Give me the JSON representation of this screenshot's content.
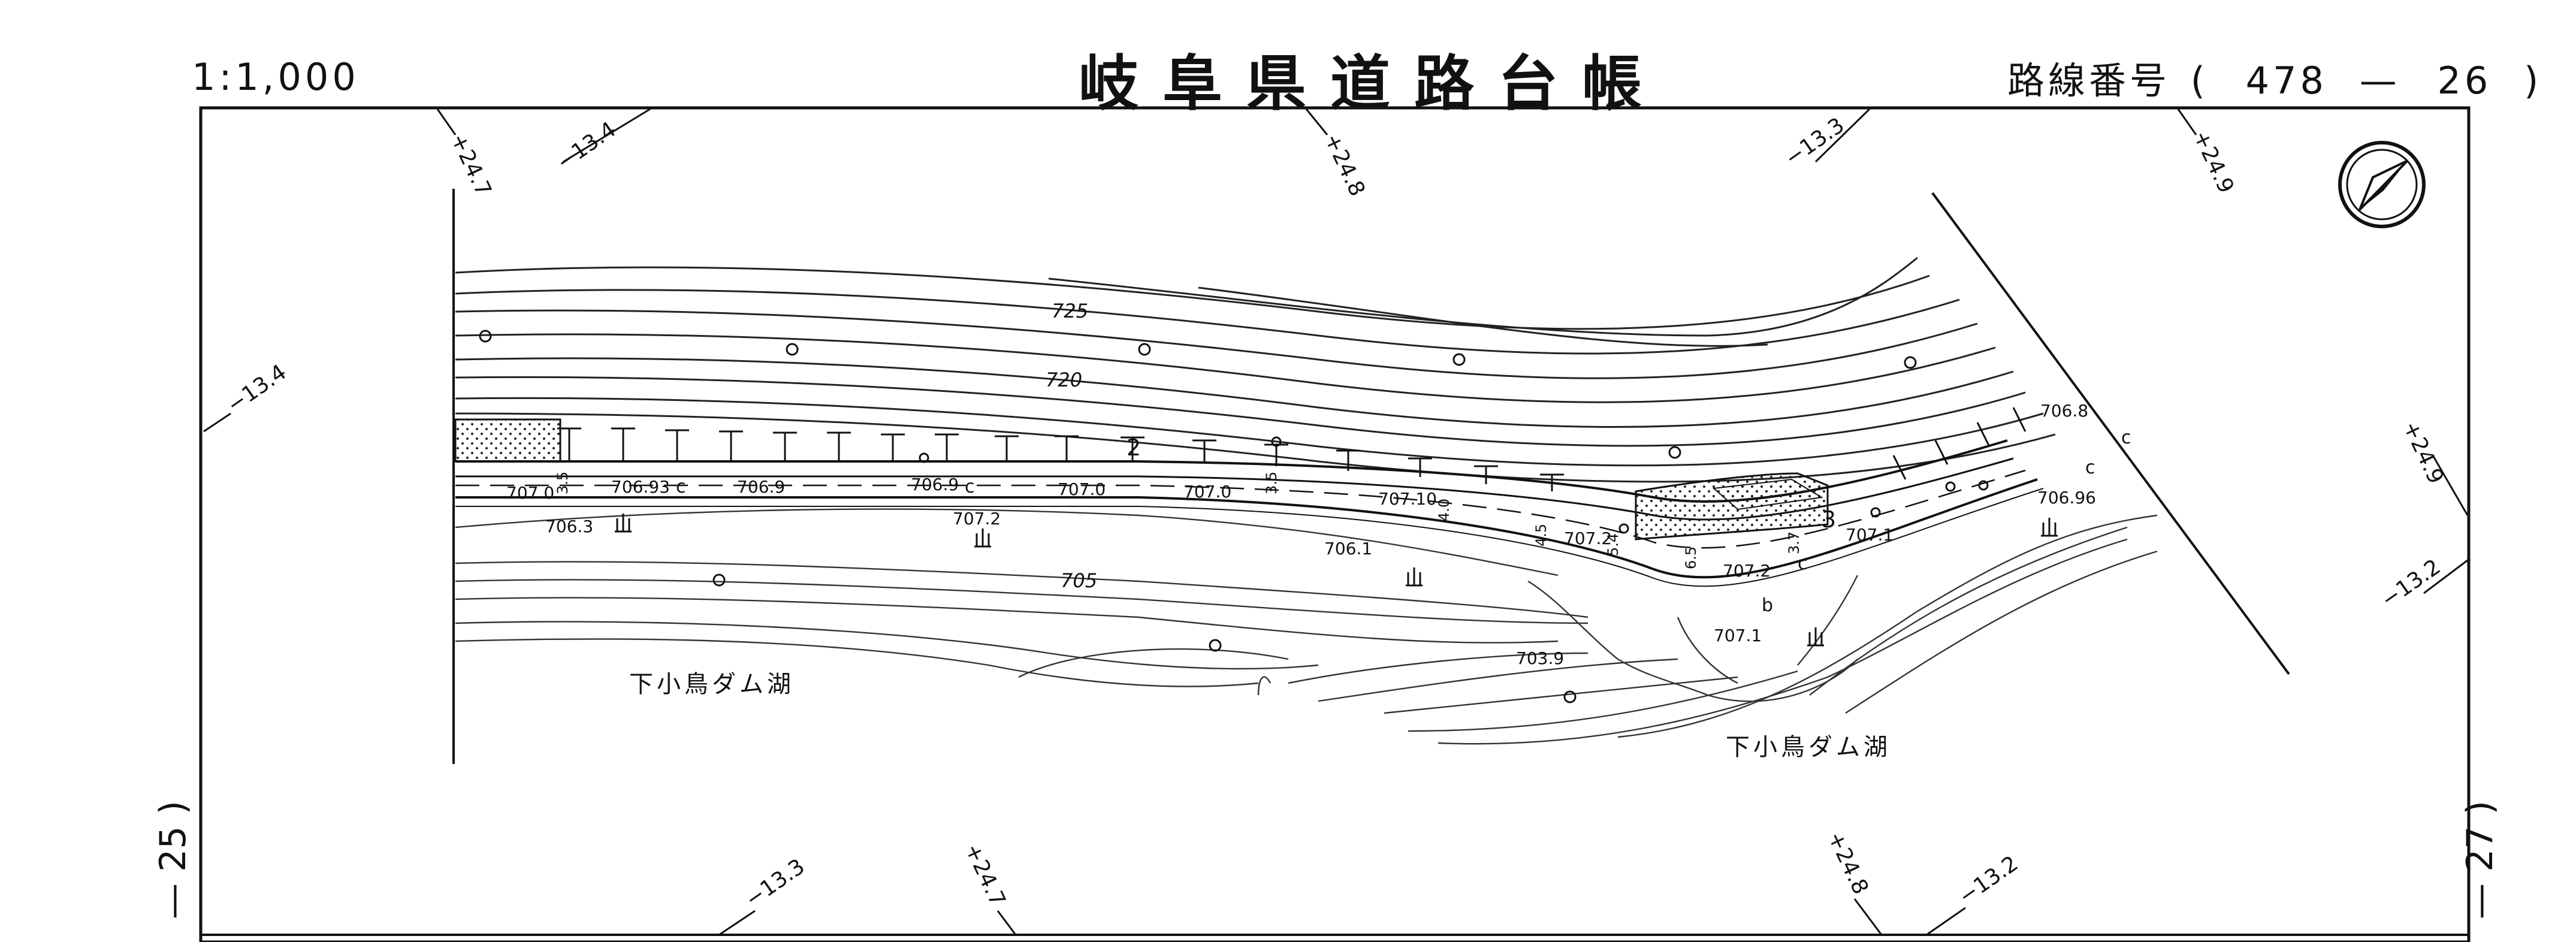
{
  "header": {
    "scale": "1:1,000",
    "title": "岐阜県道路台帳",
    "route_label": "路線番号",
    "route_open": "(",
    "route_number": "478",
    "route_dash": "—",
    "route_section": "26",
    "route_close": ")"
  },
  "margins": {
    "left_sheet": "— 25 )",
    "right_sheet": "— 27 )"
  },
  "map": {
    "north_symbol": "north-arrow",
    "lake_labels": [
      "下小鳥ダム湖",
      "下小鳥ダム湖"
    ],
    "grid_labels": [
      "+24.7",
      "−13.4",
      "+24.8",
      "−13.3",
      "+24.9",
      "−13.4",
      "+24.9",
      "−13.2",
      "−13.3",
      "+24.7",
      "+24.8",
      "−13.2"
    ],
    "contour_labels": [
      "725",
      "720",
      "705"
    ],
    "elevations": [
      "707.0",
      "706.93",
      "706.9",
      "706.9",
      "707.0",
      "707.0",
      "707.10",
      "707.2",
      "707.2",
      "707.1",
      "706.8",
      "706.96",
      "706.3",
      "707.2",
      "706.1",
      "707.1",
      "703.9"
    ],
    "road_widths": [
      "3.5",
      "3.5",
      "4.0",
      "4.5",
      "5.4",
      "6.5",
      "3.7"
    ],
    "small_marks": [
      "c",
      "c",
      "c",
      "c",
      "c",
      "2",
      "3",
      "b"
    ]
  }
}
